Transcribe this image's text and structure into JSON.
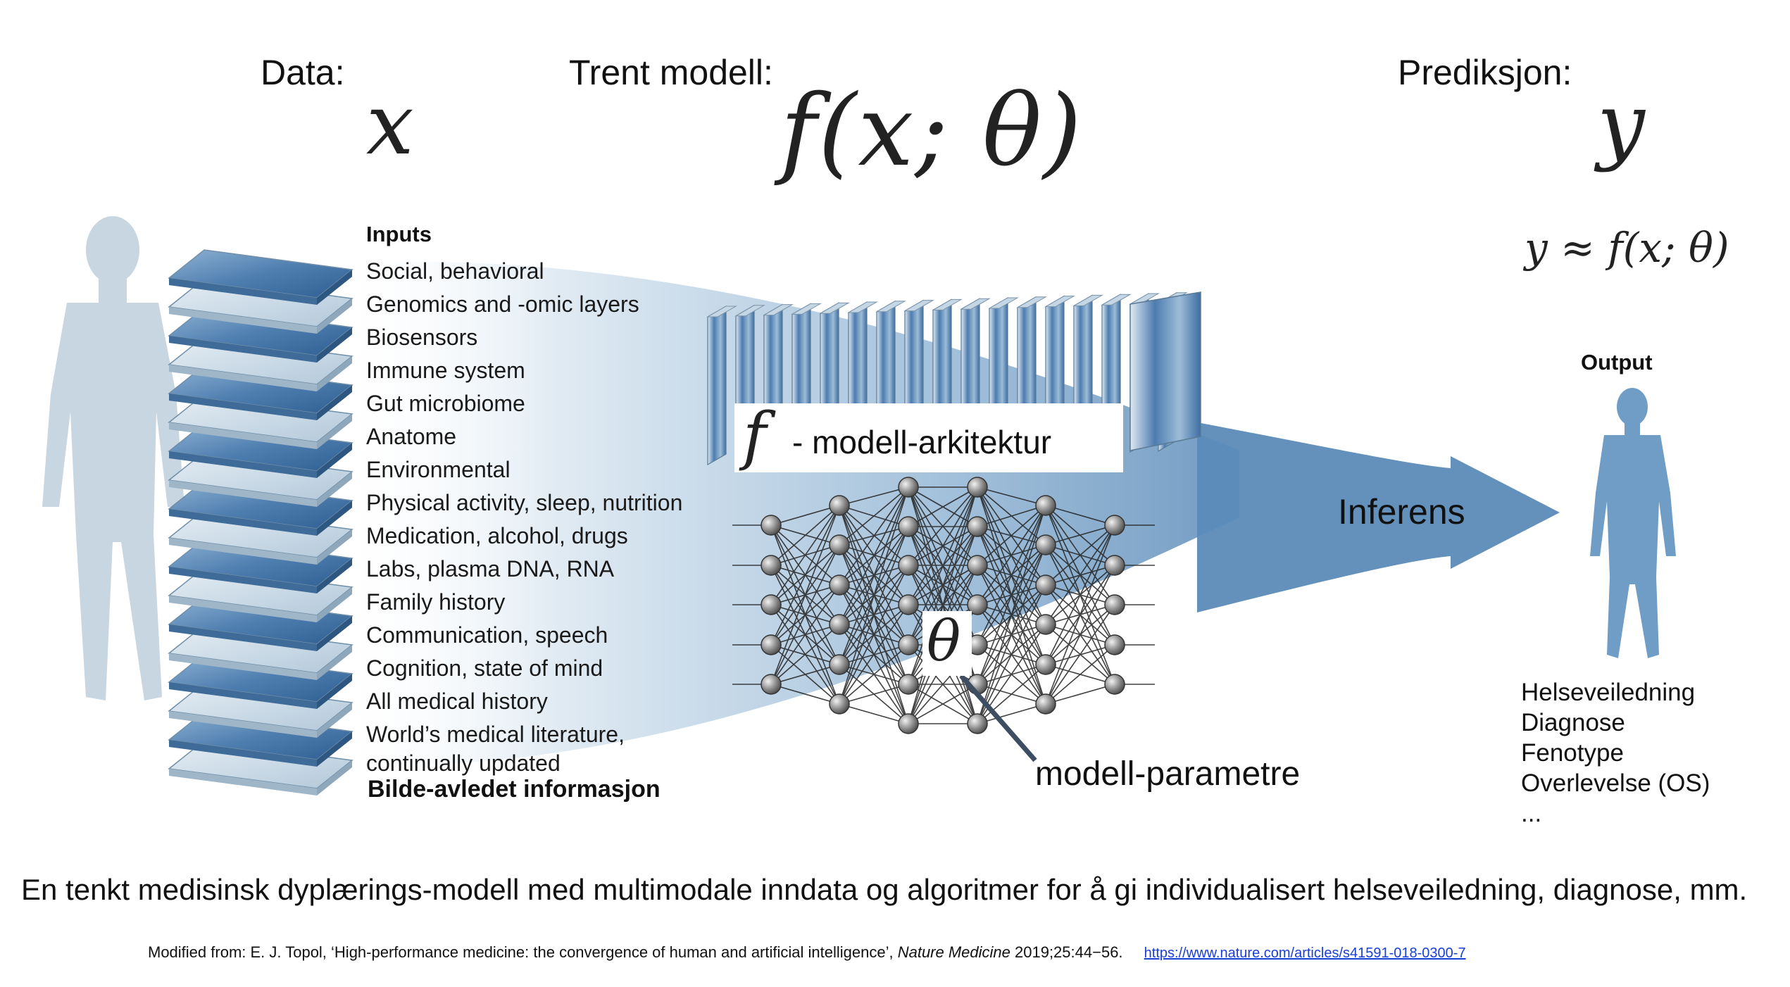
{
  "headers": {
    "data_label": "Data:",
    "model_label": "Trent modell:",
    "prediction_label": "Prediksjon:"
  },
  "math": {
    "x_symbol": "x",
    "f_expression": "f(x; θ)",
    "y_symbol": "y",
    "approx_relation": "y ≈ f(x; θ)",
    "f_symbol": "f",
    "theta_symbol": "θ"
  },
  "inputs": {
    "title": "Inputs",
    "items": [
      "Social, behavioral",
      "Genomics and -omic layers",
      "Biosensors",
      "Immune system",
      "Gut microbiome",
      "Anatome",
      "Environmental",
      "Physical activity, sleep, nutrition",
      "Medication, alcohol, drugs",
      "Labs, plasma DNA, RNA",
      "Family history",
      "Communication, speech",
      "Cognition, state of mind",
      "All medical history",
      "World’s medical literature,",
      "continually updated"
    ],
    "extra": "Bilde-avledet informasjon"
  },
  "model": {
    "architecture_label": "- modell-arkitektur",
    "parameters_label": "modell-parametre",
    "inference_label": "Inferens"
  },
  "output": {
    "title": "Output",
    "items": [
      "Helseveiledning",
      "Diagnose",
      "Fenotype",
      "Overlevelse (OS)",
      "..."
    ]
  },
  "caption": "En tenkt medisinsk dyplærings-modell med multimodale inndata og algoritmer for å gi individualisert helseveiledning, diagnose, mm.",
  "credit": {
    "prefix": "Modified from:  E. J. Topol, ‘High-performance medicine: the convergence of human and artificial intelligence’, ",
    "journal": "Nature Medicine",
    "suffix": " 2019;25:44−56.",
    "link": "https://www.nature.com/articles/s41591-018-0300-7"
  },
  "colors": {
    "flow": "#5b8bb8",
    "slab_dark": "#4a78aa",
    "slab_light": "#c9d9e6",
    "human_light": "#c7d6e0",
    "human_output": "#6f9dc6",
    "node": "#8a8a8a"
  }
}
